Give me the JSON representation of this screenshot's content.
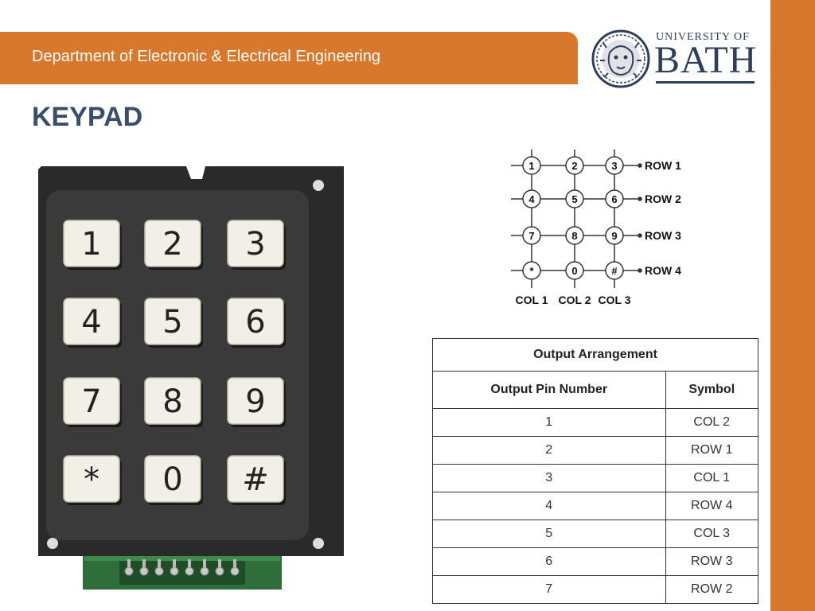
{
  "header": {
    "department": "Department of Electronic & Electrical Engineering",
    "logo": {
      "line1": "UNIVERSITY OF",
      "line2": "BATH"
    }
  },
  "slide": {
    "title": "KEYPAD"
  },
  "keypad": {
    "keys": [
      "1",
      "2",
      "3",
      "4",
      "5",
      "6",
      "7",
      "8",
      "9",
      "*",
      "0",
      "#"
    ]
  },
  "schematic": {
    "rows": [
      {
        "keys": [
          "1",
          "2",
          "3"
        ],
        "label": "ROW 1"
      },
      {
        "keys": [
          "4",
          "5",
          "6"
        ],
        "label": "ROW 2"
      },
      {
        "keys": [
          "7",
          "8",
          "9"
        ],
        "label": "ROW 3"
      },
      {
        "keys": [
          "*",
          "0",
          "#"
        ],
        "label": "ROW 4"
      }
    ],
    "columns": [
      "COL 1",
      "COL 2",
      "COL 3"
    ]
  },
  "table": {
    "caption": "Output Arrangement",
    "headers": [
      "Output Pin Number",
      "Symbol"
    ],
    "rows": [
      {
        "pin": "1",
        "symbol": "COL 2"
      },
      {
        "pin": "2",
        "symbol": "ROW 1"
      },
      {
        "pin": "3",
        "symbol": "COL 1"
      },
      {
        "pin": "4",
        "symbol": "ROW 4"
      },
      {
        "pin": "5",
        "symbol": "COL 3"
      },
      {
        "pin": "6",
        "symbol": "ROW 3"
      },
      {
        "pin": "7",
        "symbol": "ROW 2"
      }
    ]
  },
  "colors": {
    "accent": "#d8782c",
    "title": "#3a4e6a",
    "brand": "#2e3f5a"
  }
}
